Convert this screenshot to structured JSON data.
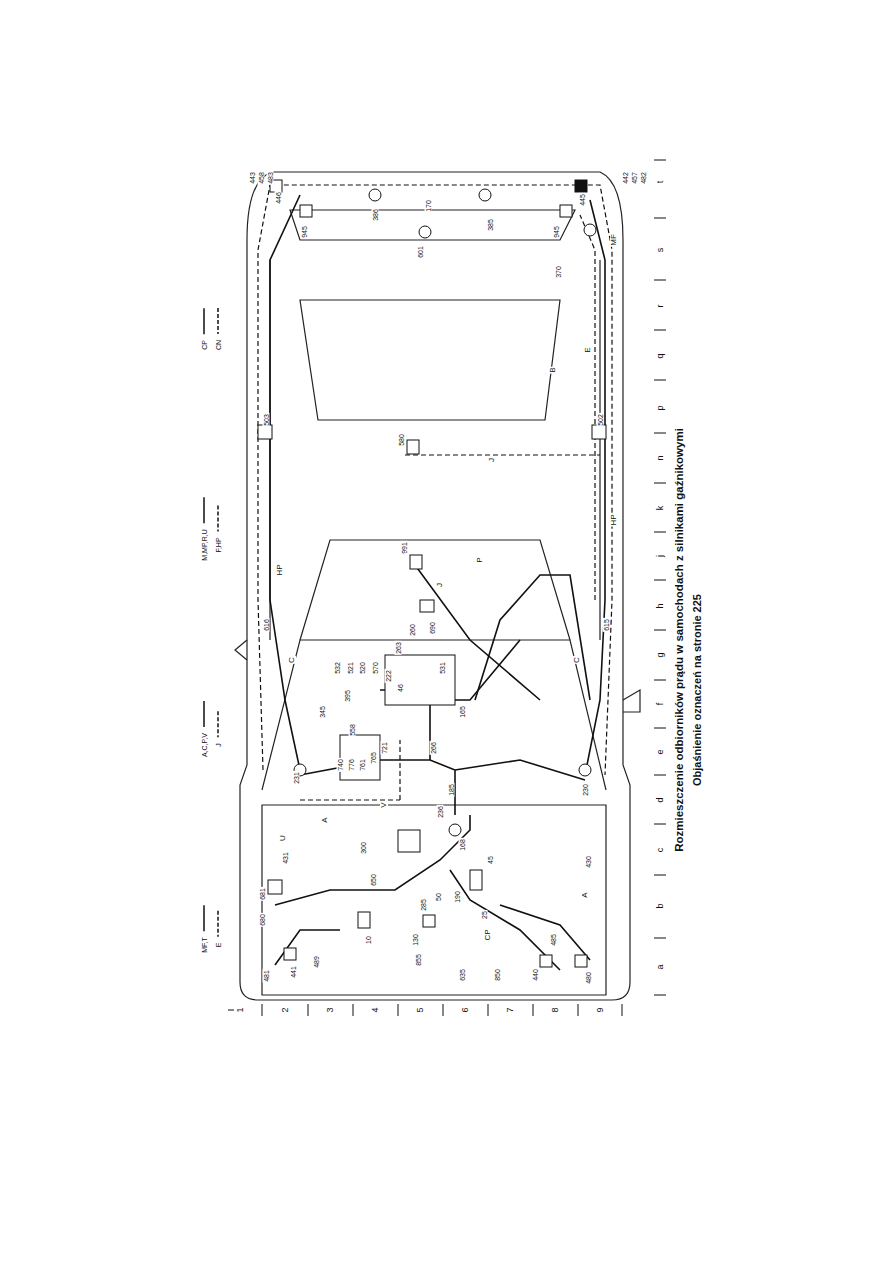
{
  "diagram": {
    "caption": "Rozmieszczenie odbiorników prądu w samochodach z silnikami gaźnikowymi",
    "labels": [
      "1",
      "2",
      "3",
      "4",
      "5",
      "6",
      "7",
      "8",
      "9",
      "a",
      "b",
      "c",
      "d",
      "e",
      "f",
      "g",
      "h",
      "j",
      "k",
      "n",
      "p",
      "q",
      "r",
      "s",
      "t",
      "481",
      "441",
      "489",
      "680",
      "681",
      "431",
      "10",
      "650",
      "130",
      "855",
      "635",
      "850",
      "440",
      "485",
      "480",
      "430",
      "285",
      "300",
      "50",
      "45",
      "25",
      "190",
      "168",
      "236",
      "185",
      "231",
      "230",
      "266",
      "345",
      "395",
      "532",
      "521",
      "520",
      "570",
      "222",
      "46",
      "263",
      "260",
      "531",
      "165",
      "740",
      "776",
      "761",
      "765",
      "721",
      "558",
      "690",
      "991",
      "580",
      "615",
      "616",
      "503",
      "502",
      "601",
      "385",
      "386",
      "170",
      "370",
      "945",
      "945",
      "442",
      "457",
      "482",
      "443",
      "458",
      "483",
      "445",
      "446",
      "A",
      "A",
      "C",
      "C",
      "J",
      "J",
      "P",
      "B",
      "E",
      "HP",
      "HP",
      "MF",
      "U",
      "V",
      "CP",
      "Objaśnienie oznaczeń na stronie 225"
    ],
    "legend": [
      {
        "text": "MF,T"
      },
      {
        "text": "E"
      },
      {
        "text": "A,C,P,V"
      },
      {
        "text": "J"
      },
      {
        "text": "M,MP,R,U"
      },
      {
        "text": "F,HP"
      },
      {
        "text": "CP"
      },
      {
        "text": "CN"
      }
    ]
  }
}
